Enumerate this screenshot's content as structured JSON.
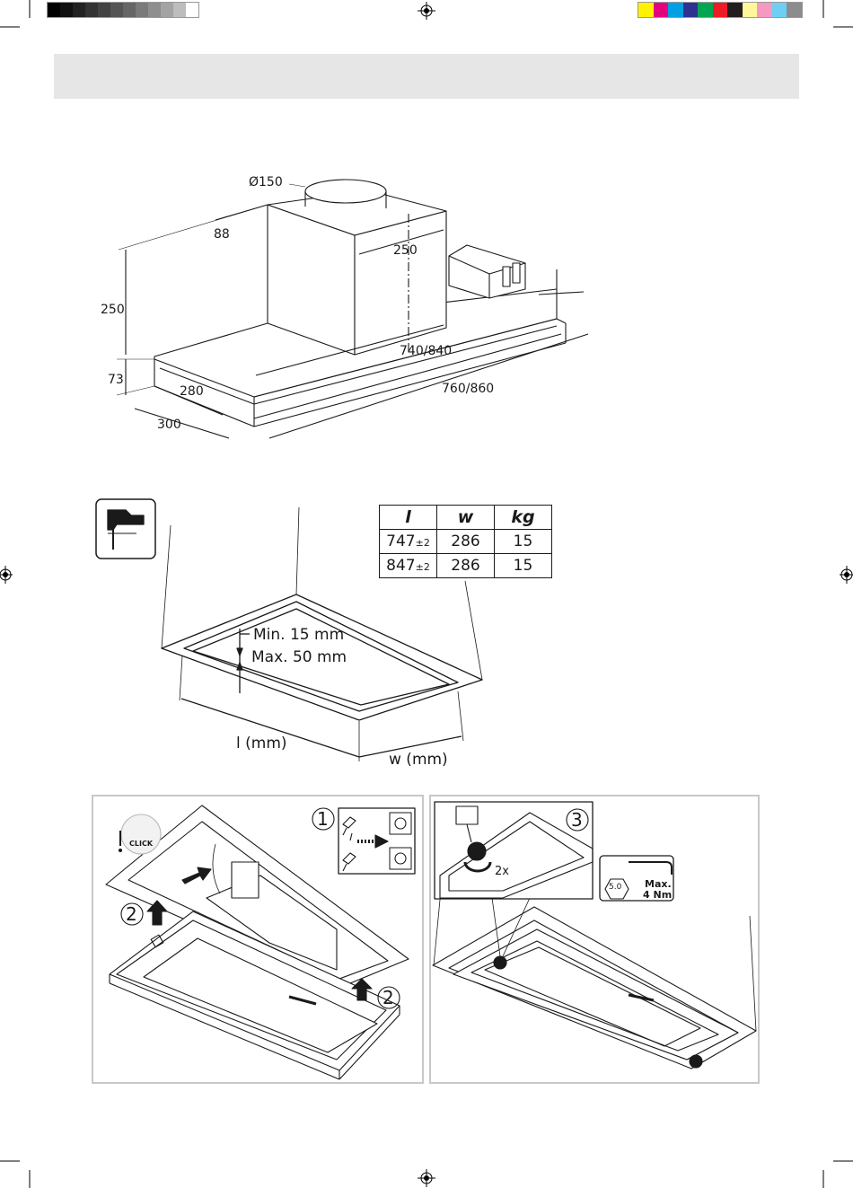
{
  "colors": {
    "gray_strip": [
      "#000000",
      "#111111",
      "#222222",
      "#333333",
      "#444444",
      "#555555",
      "#666666",
      "#7a7a7a",
      "#8e8e8e",
      "#a3a3a3",
      "#bdbdbd",
      "#ffffff"
    ],
    "color_strip": [
      "#fff200",
      "#e5007e",
      "#00a0e3",
      "#2e3192",
      "#00a651",
      "#ed1c24",
      "#231f20",
      "#fff799",
      "#f49ac1",
      "#6dcff6",
      "#8c8c8c"
    ]
  },
  "dimensions": {
    "duct_diameter": "Ø150",
    "offset_88": "88",
    "height_250": "250",
    "depth_250": "250",
    "height_73": "73",
    "inner_740_840": "740/840",
    "inner_280": "280",
    "outer_760_860": "760/860",
    "outer_300": "300"
  },
  "cutout": {
    "min_label": "Min. 15 mm",
    "max_label": "Max. 50 mm",
    "length_label": "l (mm)",
    "width_label": "w (mm)",
    "table": {
      "headers": [
        "l",
        "w",
        "kg"
      ],
      "rows": [
        {
          "l": "747",
          "tol": "±2",
          "w": "286",
          "kg": "15"
        },
        {
          "l": "847",
          "tol": "±2",
          "w": "286",
          "kg": "15"
        }
      ]
    }
  },
  "install": {
    "step1": "1",
    "step2_left": "2",
    "step2_right": "2",
    "step3": "3",
    "click_text": "CLICK",
    "turns": "2x",
    "torque_bit": "5.0",
    "torque_max": "Max.",
    "torque_value": "4 Nm"
  }
}
